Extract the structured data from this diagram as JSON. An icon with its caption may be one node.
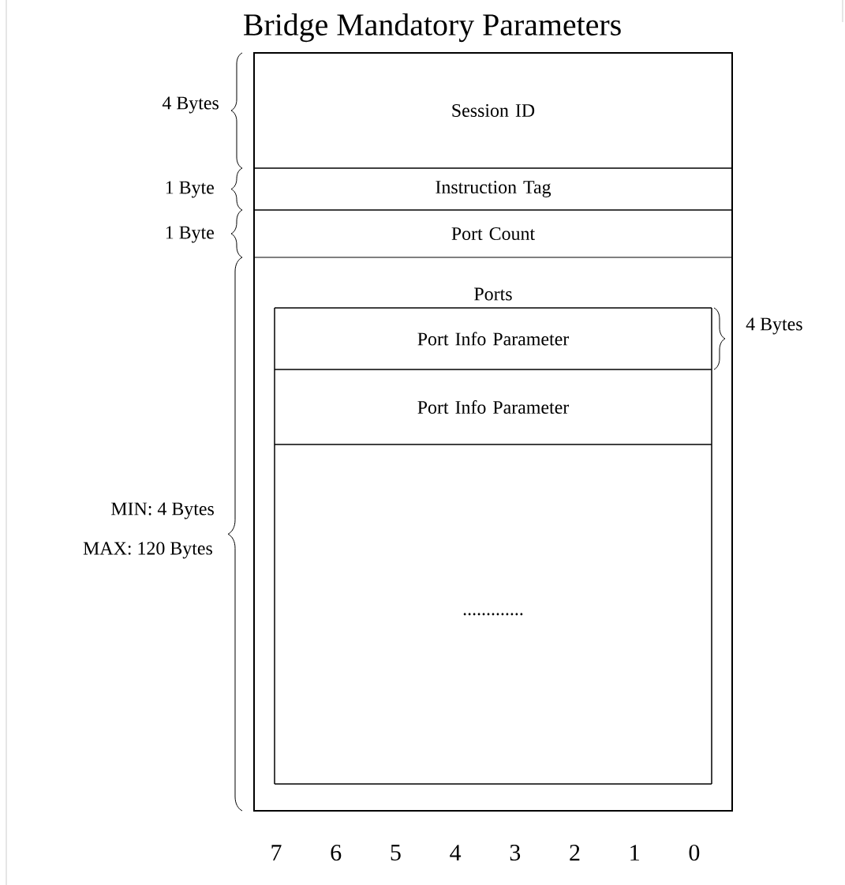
{
  "diagram": {
    "title": "Bridge Mandatory Parameters",
    "nodes": [
      {
        "text": [
          "Session ID"
        ]
      },
      {
        "text": [
          "Instruction Tag"
        ]
      },
      {
        "text": [
          "Port Count"
        ]
      },
      {
        "text": [
          "Ports"
        ]
      },
      {
        "text": [
          "Port Info Parameter"
        ],
        "in": 3
      },
      {
        "text": [
          "Port Info Parameter"
        ],
        "in": 3
      },
      {
        "text": [
          "............."
        ],
        "in": 3
      }
    ],
    "labels": [
      "4 Bytes",
      "1 Byte",
      "1 Byte",
      "4 Bytes",
      "MIN: 4 Bytes",
      "MAX: 120 Bytes",
      "7",
      "6",
      "5",
      "4",
      "3",
      "2",
      "1",
      "0"
    ]
  }
}
